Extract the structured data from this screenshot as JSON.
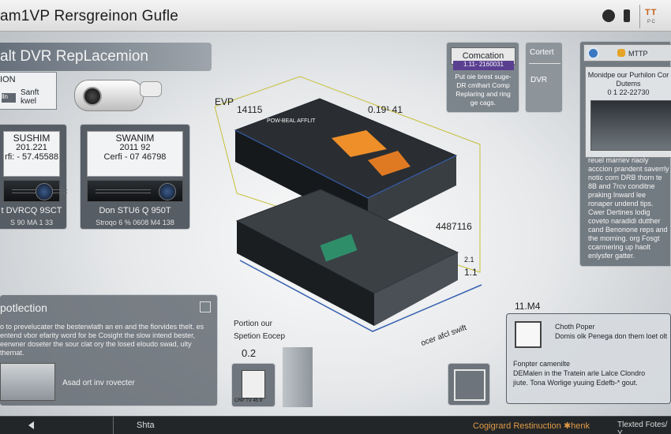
{
  "window": {
    "title": "am1VP Rersgreinon Gufle"
  },
  "logo": {
    "text": "TT",
    "sub": "P C"
  },
  "header": {
    "title": "alt DVR RepLacemion"
  },
  "left_side": {
    "label1": "ION",
    "label2": "Sanft kwel",
    "label3": "lln"
  },
  "cards": [
    {
      "title": "SUSHIM",
      "line1": "201.221",
      "line2": "rfi: - 57.45588",
      "caption": "t DVRCQ 9SCT",
      "subcaption": "S 90 MA 1 33"
    },
    {
      "title": "SWANIM",
      "line1": "2011 92",
      "line2": "Cerfi - 07 46798",
      "caption": "Don STU6 Q 950T",
      "subcaption": "Stroqo 6 % 0608 M4 138"
    }
  ],
  "protection": {
    "title": "potlection",
    "body": "o to prevelucater the besterwlath an en and the fiorvides thelt. es entend vbor efarity word for be Cosight the slow intend bester, eerwner doseter the sour clat ory the losed eloudo swad, ulty thernat."
  },
  "thumb_caption": "Asad ort inv rovecter",
  "diagram": {
    "label_evp": "EVP",
    "label_14115": "14115",
    "label_019": "0.19¹ 41",
    "label_4487": "4487116",
    "label_21": "2.1",
    "label_11": "1.1",
    "label_ocer": "ocer afcl swift",
    "top_tag": "POW-BEAL AFFLIT"
  },
  "portion": {
    "line1": "Portion our",
    "line2": "Spetion Eocep",
    "num": "0.2",
    "mini": "CRP TV 45 9"
  },
  "conn": {
    "title": "Comcation",
    "bar": "1.11- 2160031",
    "text": "Put oie brest suge-DR cmlhart Comp Replaring and ring ge cags."
  },
  "cortert": {
    "title": "Cortert",
    "sub": "DVR"
  },
  "right_panel": {
    "mttp": "MTTP",
    "head1": "Monidpe our Purhilon Cor",
    "head2": "Dutems",
    "head3": "0 1 22-22730",
    "text": "reuel marriev riaoly acccion prandent saverrly notic corn DRB thorn te 8B and 7rcv conditne praking lnward lee ronaper undend tips. Cwer Dertines lodig coveto naradidi dutther cand Benonone reps and the morning. org Fosgt ccarmering up haolt enlysfer gatter."
  },
  "note": {
    "m4": "11.M4",
    "a": "Choth Poper",
    "b": "Domis olk Penega don them loet olt",
    "c1": "Fonpter camenilte",
    "c2": "DEMalen in the Tratein arle Lalce Clondro",
    "c3": "jiute. Tona Worlige yuuing Edefb-* gout."
  },
  "bottom": {
    "left": "Shta",
    "center": "Cogigrard Restinuction ✱henk",
    "right": "Tlexted Fotes/ Y"
  }
}
